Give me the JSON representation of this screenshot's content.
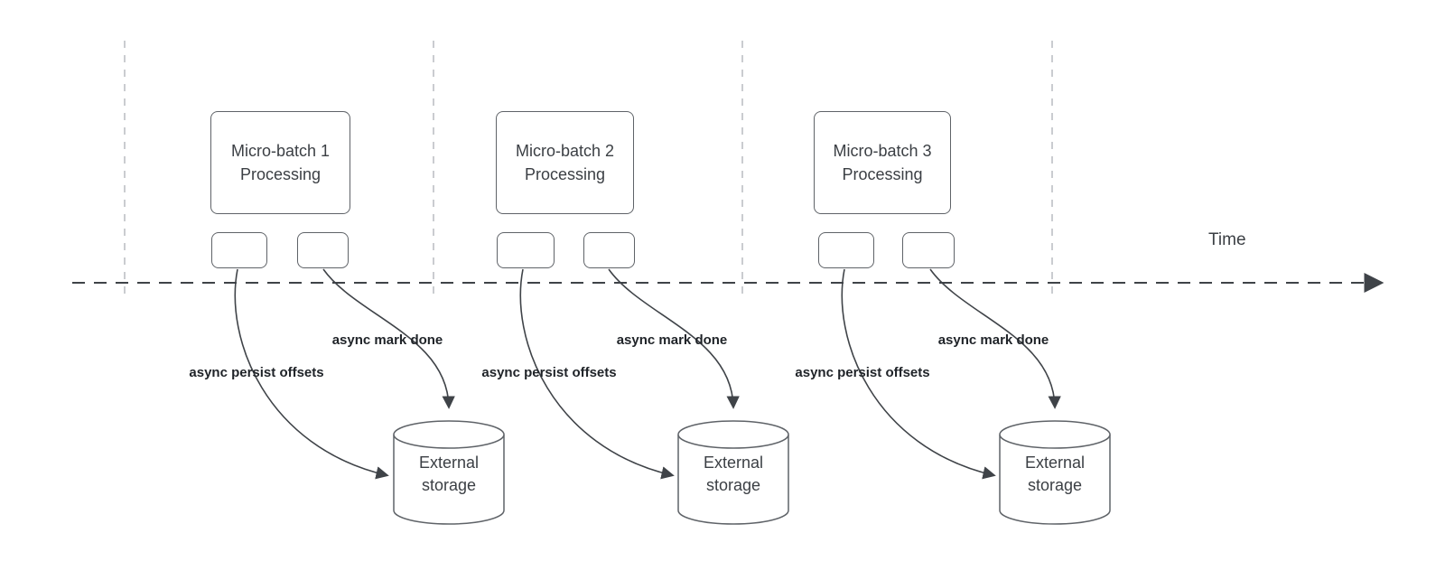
{
  "diagram": {
    "time_label": "Time",
    "groups": [
      {
        "title": "Micro-batch 1 Processing",
        "persist_label": "async persist offsets",
        "mark_label": "async mark done",
        "storage_label": "External storage"
      },
      {
        "title": "Micro-batch 2 Processing",
        "persist_label": "async persist offsets",
        "mark_label": "async mark done",
        "storage_label": "External storage"
      },
      {
        "title": "Micro-batch 3 Processing",
        "persist_label": "async persist offsets",
        "mark_label": "async mark done",
        "storage_label": "External storage"
      }
    ],
    "colors": {
      "stroke_dark": "#3f4348",
      "stroke_mid": "#5f6368",
      "gridline": "#b8bcc0",
      "text": "#3b3f44"
    }
  }
}
